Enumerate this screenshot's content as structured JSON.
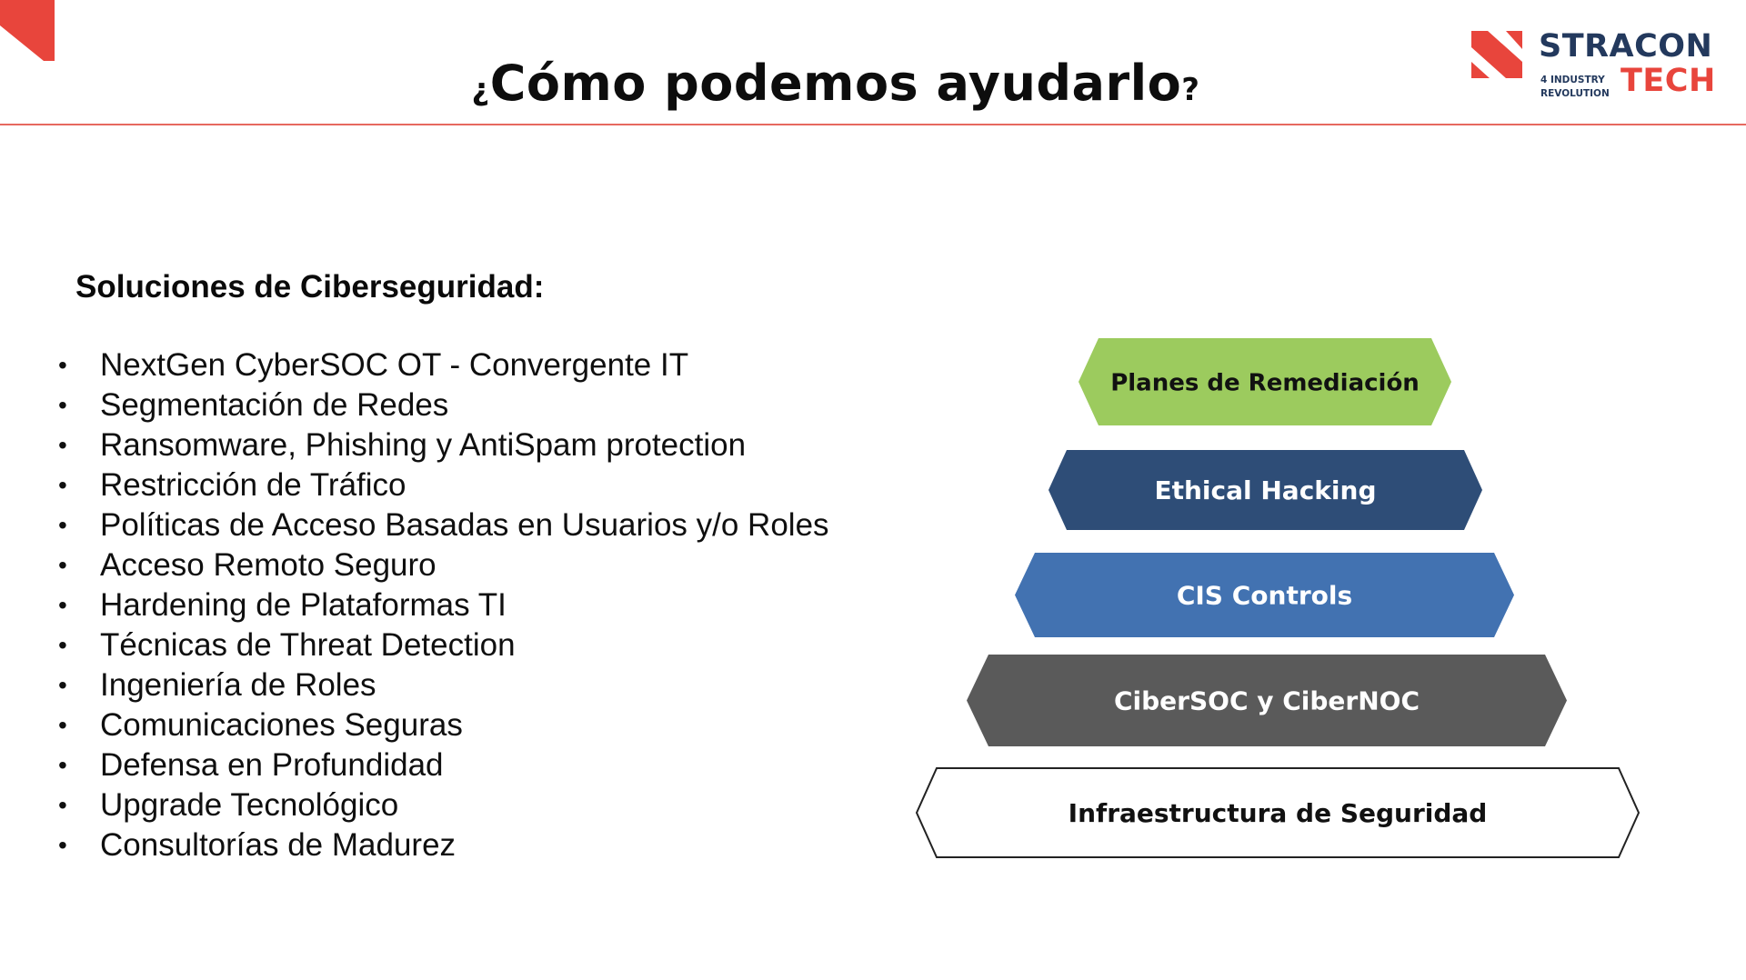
{
  "header": {
    "title": "Cómo podemos ayudarlo",
    "title_open_mark": "¿",
    "title_close_mark": "?"
  },
  "logo": {
    "line1": "STRACON",
    "line2_small_a": "4 INDUSTRY",
    "line2_small_b": "REVOLUTION",
    "line2": "TECH"
  },
  "section": {
    "heading": "Soluciones de Ciberseguridad:",
    "bullet_glyph": "•",
    "items": [
      "NextGen CyberSOC OT - Convergente IT",
      "Segmentación de Redes",
      "Ransomware, Phishing y AntiSpam protection",
      "Restricción de Tráfico",
      "Políticas de Acceso Basadas en Usuarios y/o Roles",
      "Acceso Remoto Seguro",
      "Hardening de Plataformas TI",
      "Técnicas de Threat Detection",
      "Ingeniería de Roles",
      "Comunicaciones Seguras",
      "Defensa en Profundidad",
      "Upgrade Tecnológico",
      "Consultorías de Madurez"
    ]
  },
  "pyramid": {
    "levels": [
      {
        "label": "Planes de Remediación",
        "fill": "#9ccb5e",
        "text_color": "#111111"
      },
      {
        "label": "Ethical Hacking",
        "fill": "#2e4d77",
        "text_color": "#ffffff"
      },
      {
        "label": "CIS Controls",
        "fill": "#4272b1",
        "text_color": "#ffffff"
      },
      {
        "label": "CiberSOC y CiberNOC",
        "fill": "#5a5a5a",
        "text_color": "#ffffff"
      },
      {
        "label": "Infraestructura de Seguridad",
        "fill": "#ffffff",
        "text_color": "#111111"
      }
    ]
  },
  "colors": {
    "accent_red": "#e8453c",
    "logo_navy": "#23395d",
    "rule": "#e6695f"
  }
}
